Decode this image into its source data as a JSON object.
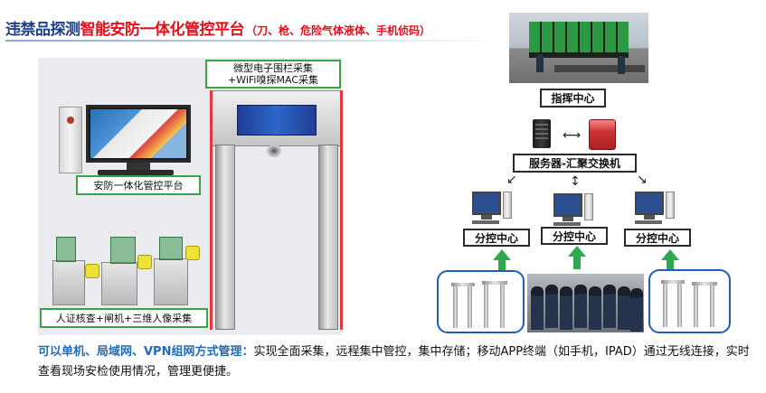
{
  "title": {
    "part1": "违禁品探测",
    "part2": "智能安防一体化管控平台",
    "part3": "（刀、枪、危险气体液体、手机侦码）"
  },
  "labels": {
    "fence": "微型电子围栏采集\n+WiFi嗅探MAC采集",
    "platform": "安防一体化管控平台",
    "gates": "人证核查+闸机+三维人像采集"
  },
  "diagram": {
    "command_center": "指挥中心",
    "server_switch": "服务器-汇聚交换机",
    "sub_centers": [
      "分控中心",
      "分控中心",
      "分控中心"
    ]
  },
  "description": {
    "highlight": "可以单机、局域网、VPN组网方式管理：",
    "body": "实现全面采集，远程集中管控，集中存储；移动APP终端（如手机，IPAD）通过无线连接，实时查看现场安检使用情况，管理更便捷。"
  },
  "colors": {
    "title_blue": "#1f3f86",
    "title_red": "#e2101a",
    "label_border": "#3aa34a",
    "highlight_blue": "#1f6bb8",
    "arrow_green": "#2fa84f"
  }
}
